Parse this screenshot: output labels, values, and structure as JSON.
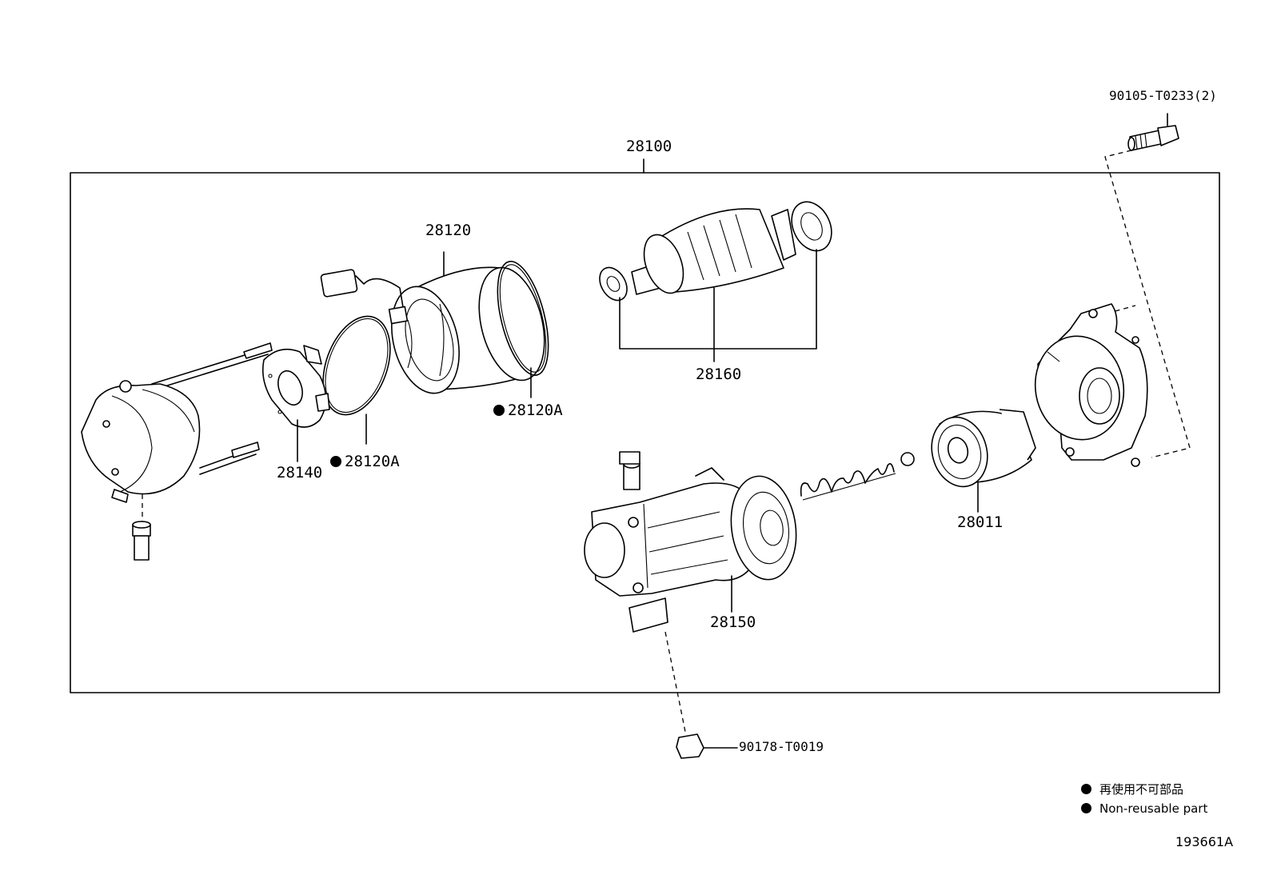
{
  "assembly_label": "28100",
  "parts": {
    "bolt": "90105-T0233(2)",
    "field_frame": "28120",
    "armature": "28160",
    "o_ring_right": "28120A",
    "o_ring_left": "28120A",
    "brush_holder": "28140",
    "clutch": "28011",
    "magnetic_switch": "28150",
    "nut": "90178-T0019"
  },
  "legend": {
    "line_jp": "再使用不可部品",
    "line_en": "Non-reusable part"
  },
  "diagram_id": "193661A"
}
